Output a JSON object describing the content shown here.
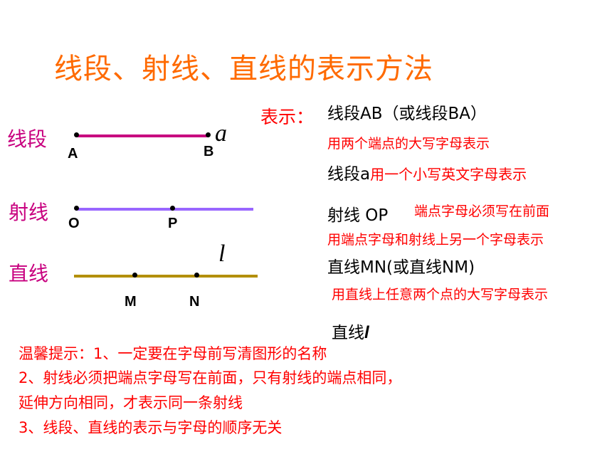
{
  "title": "线段、射线、直线的表示方法",
  "figures": {
    "segment": {
      "label": "线段",
      "points": [
        "A",
        "B"
      ],
      "symbol": "a",
      "color": "#c8007f"
    },
    "ray": {
      "label": "射线",
      "points": [
        "O",
        "P"
      ],
      "color": "#9966ff"
    },
    "line": {
      "label": "直线",
      "points": [
        "M",
        "N"
      ],
      "symbol": "l",
      "color": "#b38f00"
    }
  },
  "notation": {
    "header": "表示：",
    "segment_ab": "线段AB（或线段BA）",
    "segment_ab_note": "用两个端点的大写字母表示",
    "segment_a": "线段a",
    "segment_a_note": "用一个小写英文字母表示",
    "ray_op": "射线 OP",
    "ray_note_1": "端点字母必须写在前面",
    "ray_note_2": "用端点字母和射线上另一个字母表示",
    "line_mn": "直线MN(或直线NM)",
    "line_mn_note": "用直线上任意两个点的大写字母表示",
    "line_l_prefix": "直线",
    "line_l_symbol": "l"
  },
  "tips": [
    "温馨提示：1、一定要在字母前写清图形的名称",
    "2、射线必须把端点字母写在前面，只有射线的端点相同，",
    "延伸方向相同，才表示同一条射线",
    "3、线段、直线的表示与字母的顺序无关"
  ]
}
